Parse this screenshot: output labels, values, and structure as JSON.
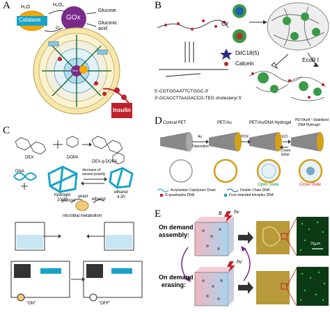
{
  "panels": {
    "a": {
      "label": "A",
      "h2o": "H₂O",
      "h2o2": "H₂O₂",
      "o2": "O₂",
      "glucose": "Glucose",
      "gluconic": "Gluconic",
      "acid": "acid",
      "catalase": "Catalase",
      "gox": "GOx",
      "gox_small": "GOx",
      "insulin": "Insulin"
    },
    "b": {
      "label": "B",
      "or": "Or",
      "dil": "DiIC18(5)",
      "calcein": "Calcein",
      "ecor": "EcoR I",
      "seq1": "5'-CGTGGAATTCTGGC-3'",
      "seq2": "3'-GCACCTTAAGACCG-TEG cholesteryl 5'"
    },
    "c": {
      "label": "C",
      "dex": "DEX",
      "dopa": "DOPA",
      "dexdopa": "DEX-g-DOPA",
      "dna": "DNA",
      "hydrogel": "hydrogel",
      "hydrogel_val": "10.20",
      "ethanol": "ethanol",
      "ethanol_val": "4.30",
      "decrease1": "decrease of",
      "decrease2": "solvent polarity",
      "yeast": "yeast",
      "glucose": "glucose",
      "ethanol2": "ethanol",
      "microbial": "microbial metabolism",
      "on": "\"ON\"",
      "off": "\"OFF\""
    },
    "d": {
      "label": "D",
      "h1": "Conical PET",
      "h2": "PET/Au",
      "h3": "PET/Au/DNA Hydrogel",
      "h4a": "PET/Au/K⁺-Stabilized",
      "h4b": "DNA Hydrogel",
      "au": "Au",
      "deposition": "Deposition",
      "hcr": "HCR",
      "kcl": "KCl",
      "crown": "Crown",
      "ether": "Ether",
      "open": "Open State",
      "close": "Close State",
      "leg1": "Acrylamide Copolymer Chain",
      "leg2": "Double Chain DNA",
      "leg3": "G-quadruplex DNA",
      "leg4": "Four-stranded tetraplex DNA"
    },
    "e": {
      "label": "E",
      "assembly1": "On demand",
      "assembly2": "assembly:",
      "erasing1": "On demand",
      "erasing2": "erasing:",
      "b": "B",
      "hv1": "hv",
      "hv2": "hv",
      "scale": "20 μm"
    }
  }
}
